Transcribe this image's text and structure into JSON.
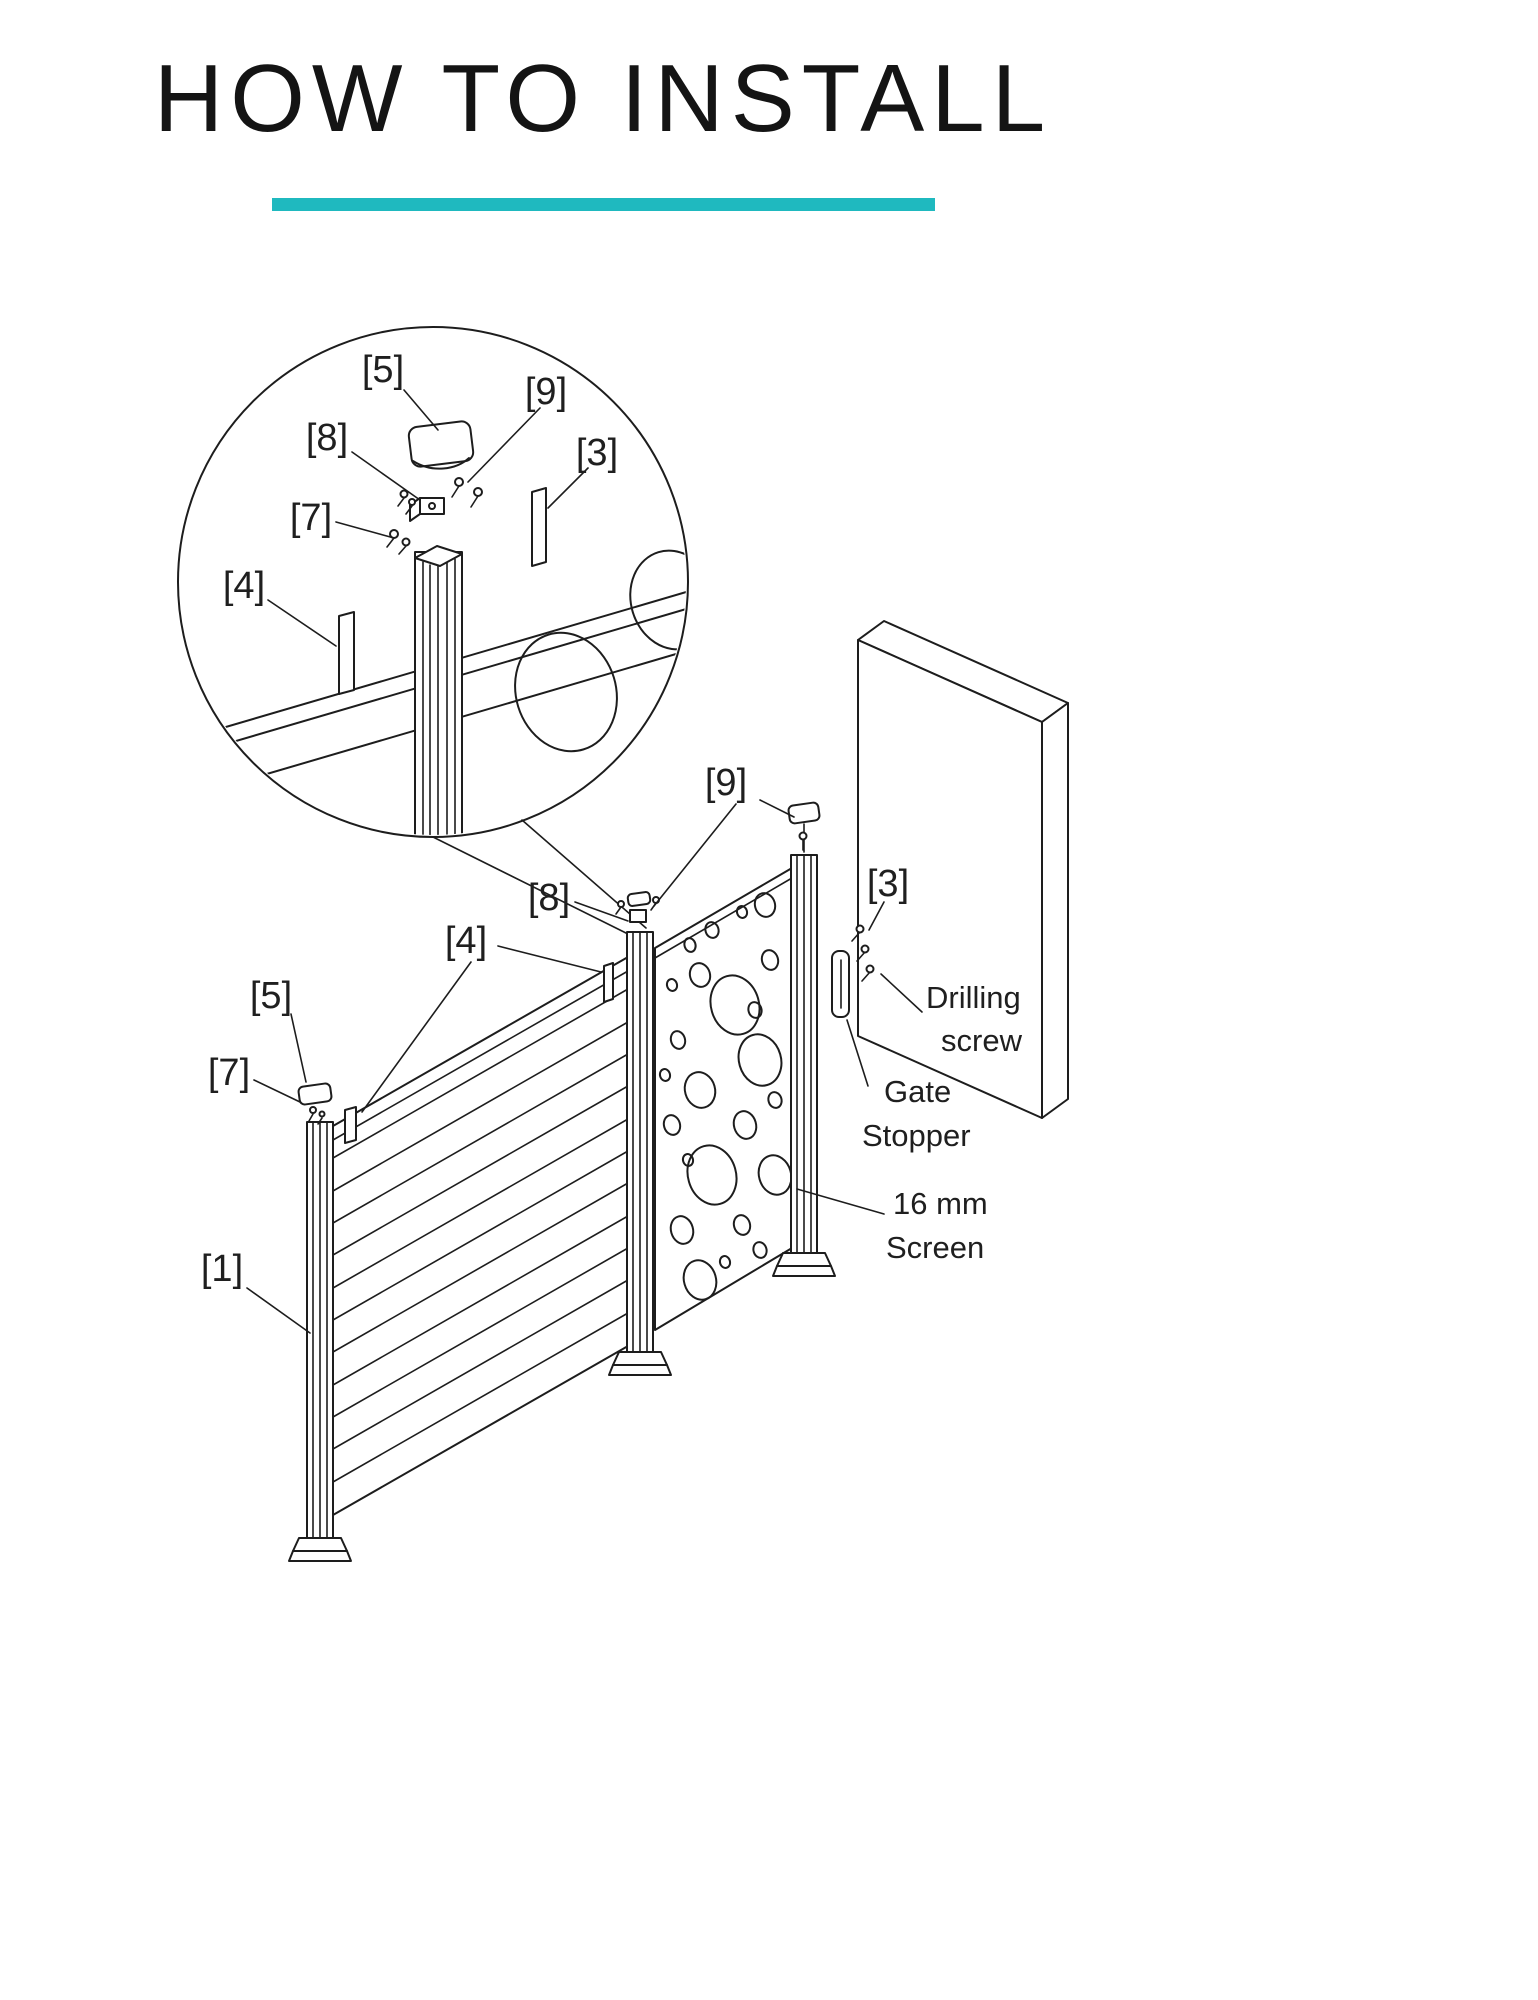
{
  "page": {
    "title": "HOW TO INSTALL",
    "accent_color": "#1FB9BF"
  },
  "detail_view": {
    "labels": {
      "part5": "[5]",
      "part9": "[9]",
      "part8": "[8]",
      "part3": "[3]",
      "part7": "[7]",
      "part4": "[4]"
    }
  },
  "main_view": {
    "labels": {
      "part9": "[9]",
      "part8": "[8]",
      "part4": "[4]",
      "part3": "[3]",
      "part5": "[5]",
      "part7": "[7]",
      "part1": "[1]"
    },
    "annotations": {
      "drilling_screw": {
        "line1": "Drilling",
        "line2": "screw"
      },
      "gate_stopper": {
        "line1": "Gate",
        "line2": "Stopper"
      },
      "screen": {
        "line1": "16 mm",
        "line2": "Screen"
      }
    }
  }
}
